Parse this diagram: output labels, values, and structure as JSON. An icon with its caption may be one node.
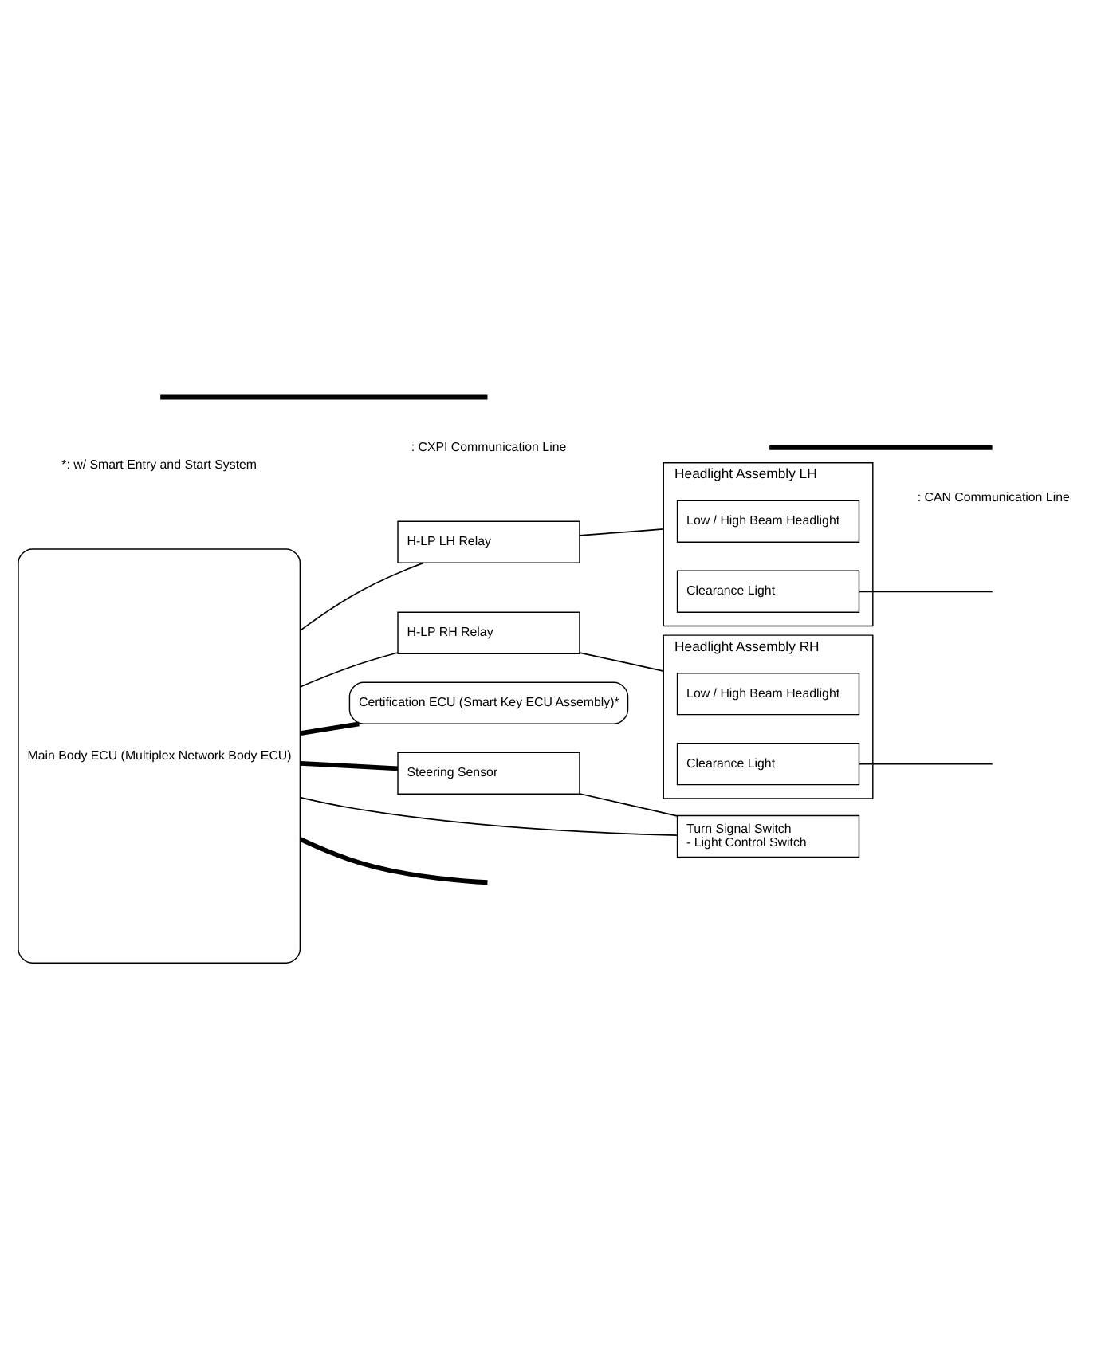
{
  "diagram": {
    "nodes": [
      {
        "text": [
          "Main Body ECU (Multiplex Network Body ECU)"
        ]
      },
      {
        "text": [
          "H-LP LH Relay"
        ]
      },
      {
        "text": [
          "Headlight Assembly LH"
        ]
      },
      {
        "text": [
          "Low / High Beam Headlight"
        ],
        "in": 2
      },
      {
        "text": [
          "Clearance Light"
        ],
        "in": 2
      },
      {
        "text": [
          "H-LP RH Relay"
        ]
      },
      {
        "text": [
          "Headlight Assembly RH"
        ]
      },
      {
        "text": [
          "Low / High Beam Headlight"
        ],
        "in": 6
      },
      {
        "text": [
          "Clearance Light"
        ],
        "in": 6
      },
      {
        "text": [
          "Certification ECU (Smart Key ECU Assembly)*"
        ]
      },
      {
        "text": [
          "Steering Sensor"
        ]
      },
      {
        "text": [
          "Turn Signal Switch",
          "- Light Control Switch"
        ]
      }
    ],
    "edges": [
      {
        "from": 0,
        "to": 1,
        "arrow": "none"
      },
      {
        "from": 1,
        "to": 2,
        "arrow": "none"
      },
      {
        "from": 0,
        "to": 5,
        "arrow": "none"
      },
      {
        "from": 5,
        "to": 6,
        "arrow": "none"
      },
      {
        "from": 4,
        "to": null,
        "arrow": "none"
      },
      {
        "from": 8,
        "to": null,
        "arrow": "none"
      },
      {
        "from": 0,
        "to": 9,
        "arrow": "none",
        "style": "thick"
      },
      {
        "from": 0,
        "to": 10,
        "arrow": "none",
        "style": "thick"
      },
      {
        "from": 10,
        "to": 11,
        "arrow": "none"
      },
      {
        "from": 0,
        "to": 11,
        "arrow": "none"
      },
      {
        "from": 0,
        "to": null,
        "arrow": "none",
        "style": "thick"
      }
    ],
    "labels": [
      "*: w/ Smart Entry and Start System"
    ],
    "legend": [
      {
        "text": ": CXPI Communication Line"
      },
      {
        "text": ": CAN Communication Line"
      }
    ]
  }
}
